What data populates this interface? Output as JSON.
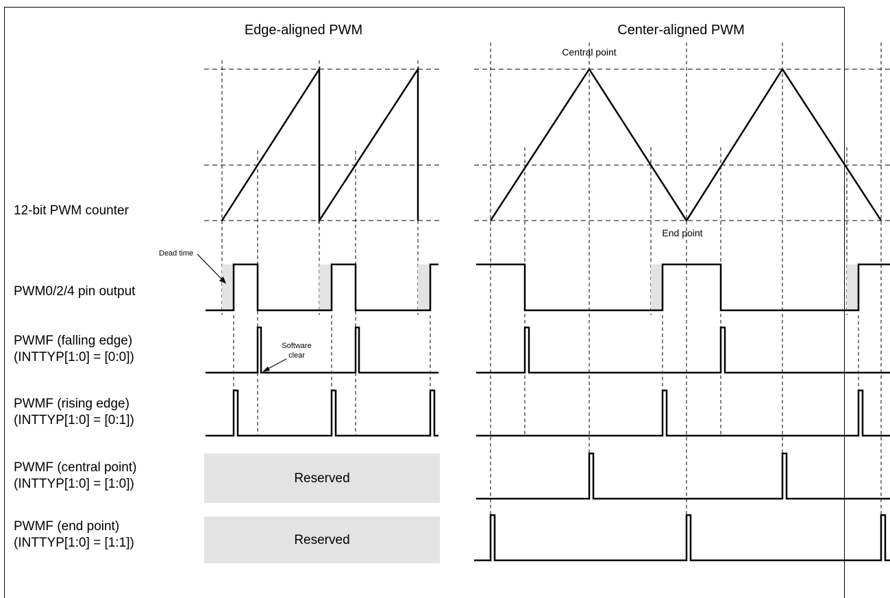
{
  "titles": {
    "edge": "Edge-aligned PWM",
    "center": "Center-aligned PWM"
  },
  "rows": {
    "counter": "12-bit PWM counter",
    "pin_output": "PWM0/2/4 pin output",
    "falling_1": "PWMF (falling edge)",
    "falling_2": "(INTTYP[1:0] = [0:0])",
    "rising_1": "PWMF (rising edge)",
    "rising_2": "(INTTYP[1:0] = [0:1])",
    "central_1": "PWMF (central point)",
    "central_2": "(INTTYP[1:0] = [1:0])",
    "end_1": "PWMF (end point)",
    "end_2": "(INTTYP[1:0] = [1:1])"
  },
  "annotations": {
    "central_point": "Central point",
    "end_point": "End point",
    "dead_time": "Dead time",
    "software_1": "Software",
    "software_2": "clear"
  },
  "reserved": {
    "label": "Reserved"
  },
  "colors": {
    "line": "#000000",
    "shade": "#e3e3e3",
    "background": "#ffffff"
  }
}
